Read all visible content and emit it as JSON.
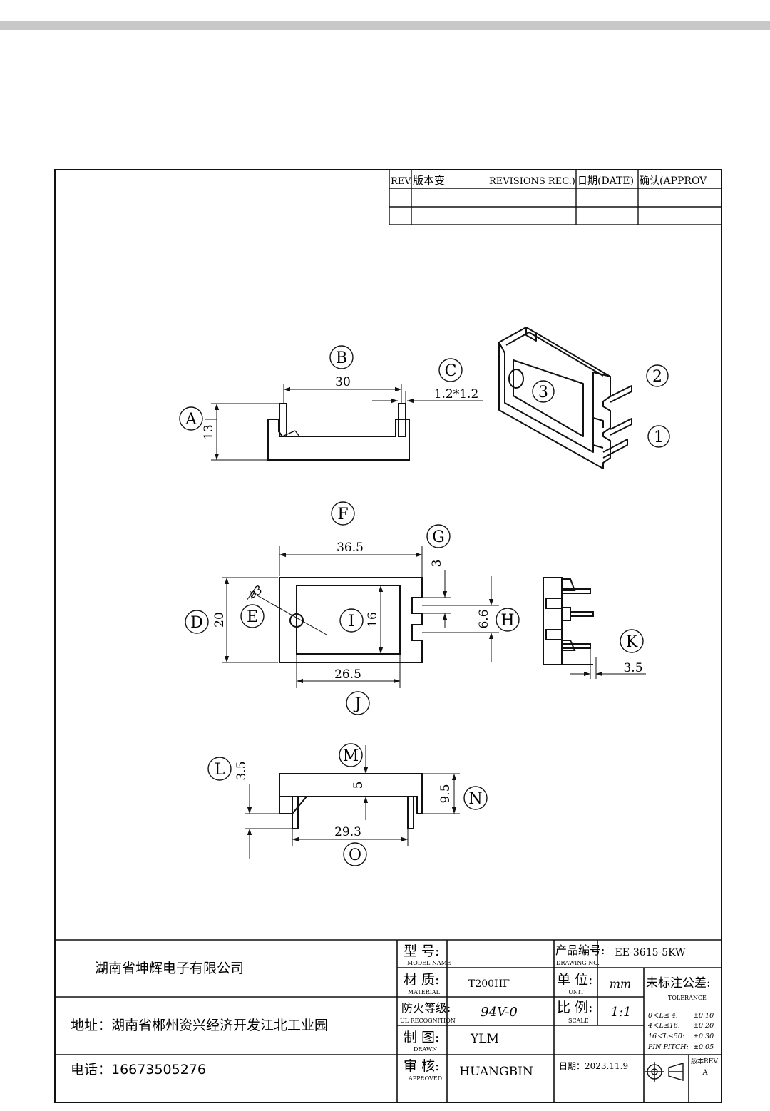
{
  "revision_table": {
    "headers": {
      "rev": "REV.",
      "version_change": "版本变",
      "revisions_rec": "REVISIONS REC.)",
      "date": "日期(DATE)",
      "approve": "确认(APPROV"
    }
  },
  "callouts": {
    "A": "A",
    "B": "B",
    "C": "C",
    "D": "D",
    "E": "E",
    "F": "F",
    "G": "G",
    "H": "H",
    "I": "I",
    "J": "J",
    "K": "K",
    "L": "L",
    "M": "M",
    "N": "N",
    "O": "O",
    "pin1": "1",
    "pin2": "2",
    "pin3": "3"
  },
  "dimensions": {
    "B_width": "30",
    "C_pin_section": "1.2*1.2",
    "A_height": "13",
    "F_length": "36.5",
    "G_slot": "3",
    "E_hole": "⌀3",
    "D_width": "20",
    "I_inner": "16",
    "H_pitch": "6.6",
    "J_inner_length": "26.5",
    "K_pin_offset": "3.5",
    "L_step": "3.5",
    "M_depth": "5",
    "N_height": "9.5",
    "O_pin_span": "29.3"
  },
  "title_block": {
    "company": "湖南省坤辉电子有限公司",
    "address": "地址：湖南省郴州资兴经济开发江北工业园",
    "phone": "电话：16673505276",
    "model_label": "型  号:",
    "model_label_en": "MODEL NAME",
    "model_value": "",
    "drawing_no_label": "产品编号:",
    "drawing_no_label_en": "DRAWING NO.",
    "drawing_no_value": "EE-3615-5KW",
    "material_label": "材  质:",
    "material_label_en": "MATERIAL",
    "material_value": "T200HF",
    "unit_label": "单  位:",
    "unit_label_en": "UNIT",
    "unit_value": "mm",
    "tolerance_title": "未标注公差:",
    "tolerance_title_en": "TOLERANCE",
    "flame_label": "防火等级:",
    "flame_label_en": "UL RECOGNITION",
    "flame_value": "94V-0",
    "scale_label": "比  例:",
    "scale_label_en": "SCALE",
    "scale_value": "1:1",
    "tolerances": [
      {
        "range": "0＜L≤ 4:",
        "value": "±0.10"
      },
      {
        "range": "4＜L≤16:",
        "value": "±0.20"
      },
      {
        "range": "16＜L≤50:",
        "value": "±0.30"
      },
      {
        "range": "PIN PITCH:",
        "value": "±0.05"
      }
    ],
    "drawn_label": "制  图:",
    "drawn_label_en": "DRAWN",
    "drawn_value": "YLM",
    "approved_label": "审  核:",
    "approved_label_en": "APPROVED",
    "approved_value": "HUANGBIN",
    "date_text": "日期：2023.11.9",
    "rev_label": "版本REV.",
    "rev_value": "A"
  }
}
